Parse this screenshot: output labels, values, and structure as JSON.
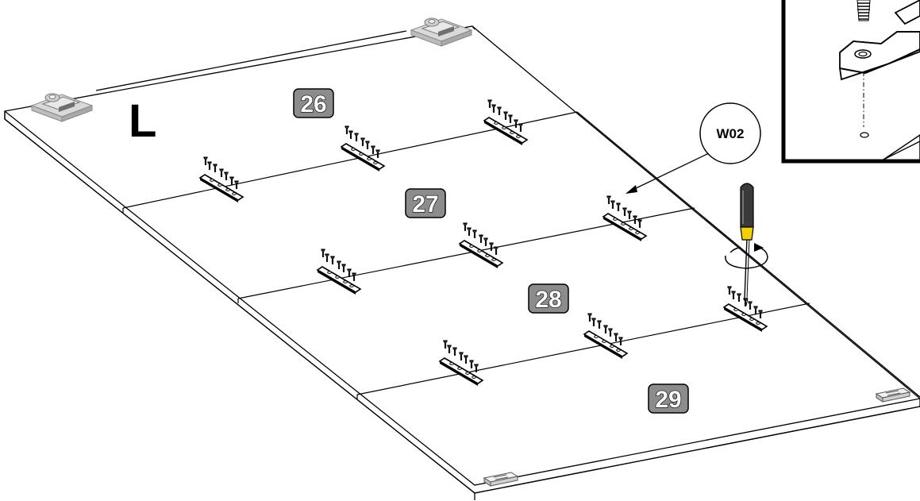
{
  "side_label": "L",
  "callout_label": "W02",
  "panels": [
    {
      "number": "26"
    },
    {
      "number": "27"
    },
    {
      "number": "28"
    },
    {
      "number": "29"
    }
  ]
}
